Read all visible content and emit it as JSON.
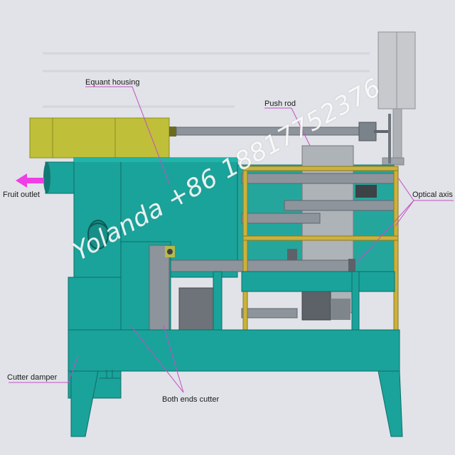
{
  "labels": {
    "equant_housing": "Equant housing",
    "push_rod": "Push rod",
    "fruit_outlet": "Fruit outlet",
    "optical_axis": "Optical axis se",
    "cutter_damper": "Cutter damper",
    "both_ends_cutter": "Both ends cutter"
  },
  "watermark": "Yolanda +86 18817752376",
  "colors": {
    "background": "#e1e3e8",
    "machine_body": "#1aa39a",
    "machine_dark": "#127a74",
    "housing_yellow": "#bfbf3a",
    "frame_yellow": "#cbb23c",
    "rod_gray": "#8d949b",
    "leader_line": "#c24fc4",
    "arrow_magenta": "#ee3fe4"
  }
}
